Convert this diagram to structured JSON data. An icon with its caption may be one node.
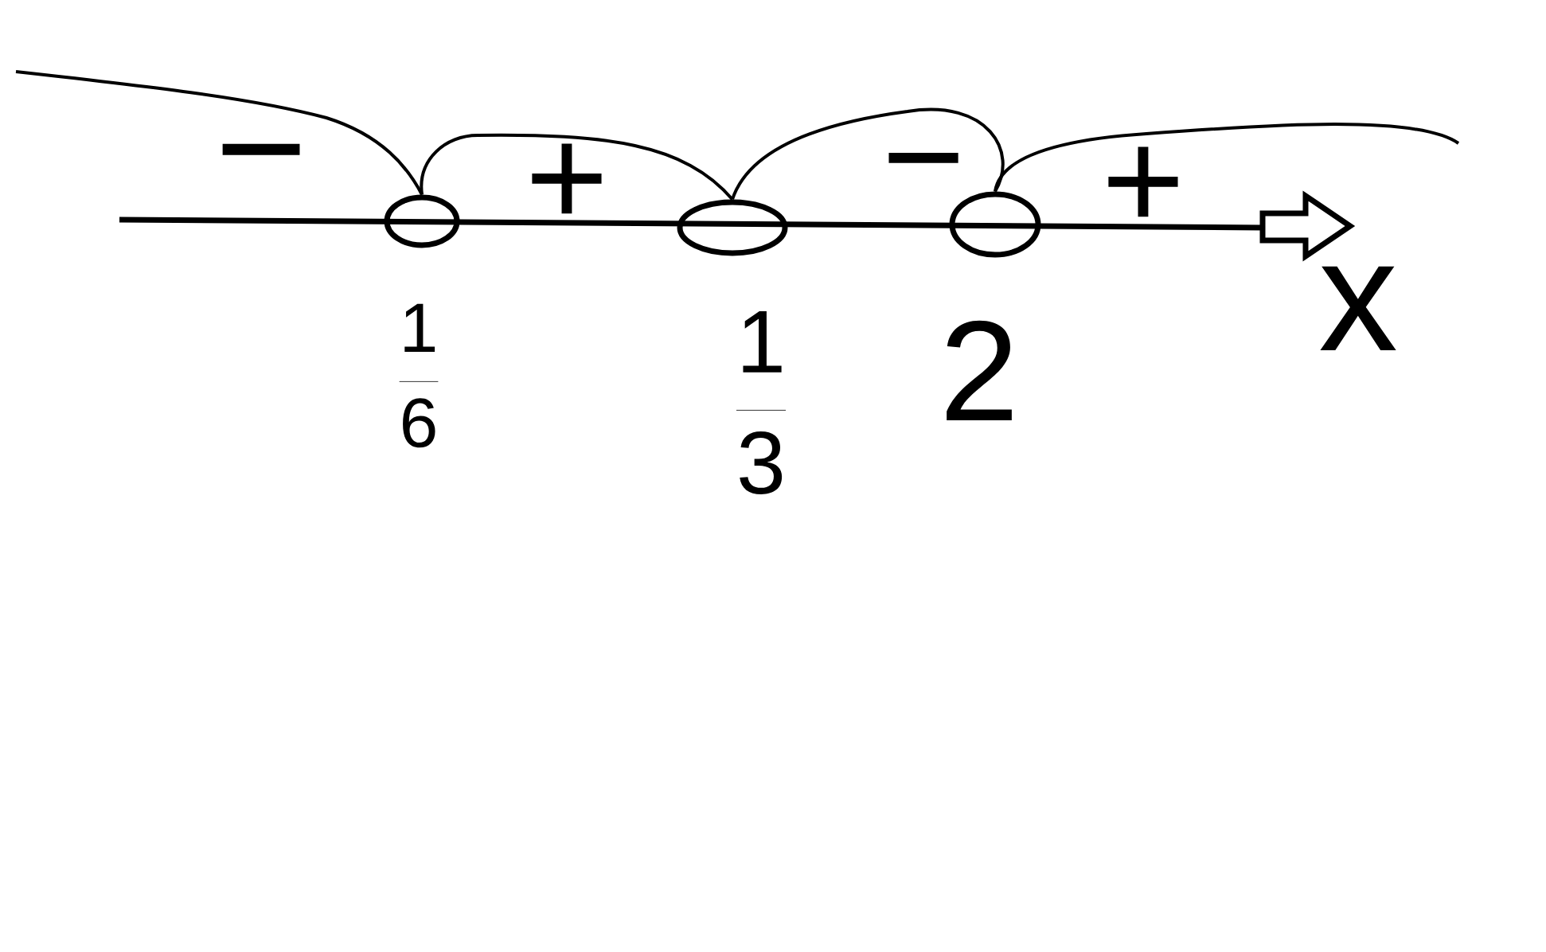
{
  "diagram": {
    "nodes": [
      {
        "text": [],
        "shape": "circle"
      },
      {
        "text": [],
        "shape": "circle"
      },
      {
        "text": [],
        "shape": "circle"
      }
    ],
    "edges": [
      {
        "from": null,
        "to": 0,
        "arrow": "none"
      },
      {
        "from": 0,
        "to": 1,
        "arrow": "none"
      },
      {
        "from": 1,
        "to": 2,
        "arrow": "none"
      },
      {
        "from": 2,
        "to": null,
        "arrow": "none"
      }
    ],
    "labels": [
      "−",
      "+",
      "−",
      "+",
      "\\frac{1}{6}",
      "\\frac{1}{3}",
      "2",
      "x"
    ]
  }
}
